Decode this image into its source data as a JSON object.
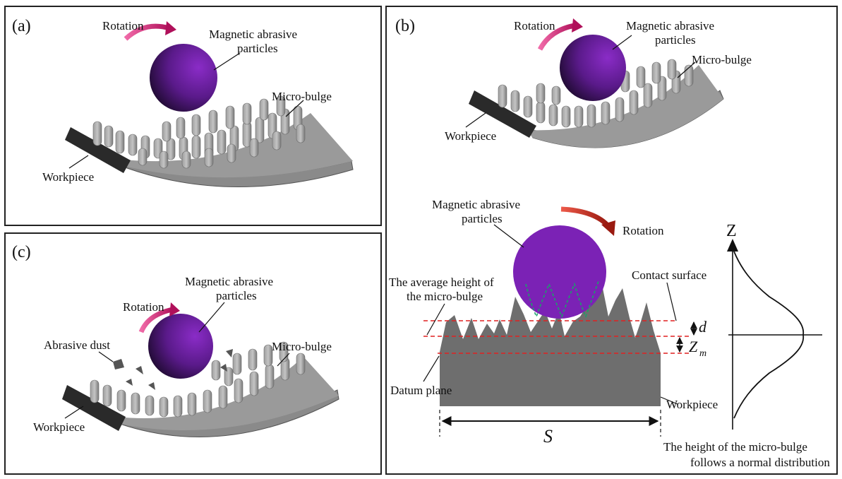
{
  "panels": {
    "a": {
      "label": "(a)",
      "rotation": "Rotation",
      "particles_line1": "Magnetic abrasive",
      "particles_line2": "particles",
      "micro_bulge": "Micro-bulge",
      "workpiece": "Workpiece"
    },
    "b": {
      "label": "(b)",
      "rotation": "Rotation",
      "particles_line1": "Magnetic abrasive",
      "particles_line2": "particles",
      "micro_bulge": "Micro-bulge",
      "workpiece": "Workpiece"
    },
    "c": {
      "label": "(c)",
      "rotation": "Rotation",
      "particles_line1": "Magnetic abrasive",
      "particles_line2": "particles",
      "micro_bulge": "Micro-bulge",
      "abrasive_dust": "Abrasive dust",
      "workpiece": "Workpiece"
    },
    "detail": {
      "particles_line1": "Magnetic abrasive",
      "particles_line2": "particles",
      "rotation": "Rotation",
      "avg_height_line1": "The average height of",
      "avg_height_line2": "the micro-bulge",
      "contact_surface": "Contact surface",
      "datum_plane": "Datum plane",
      "workpiece": "Workpiece",
      "d_symbol": "d",
      "zm_symbol": "Z",
      "zm_subscript": "m",
      "s_symbol": "S",
      "z_axis": "Z",
      "normal_line1": "The height of the micro-bulge",
      "normal_line2": "follows a normal distribution"
    }
  },
  "colors": {
    "particle": "#5a1a8a",
    "particle_flat": "#7b22b5",
    "rotation_arrow": "#d6307a",
    "rotation_arrow_dark": "#c0392b",
    "workpiece_gray": "#8a8a8a",
    "workpiece_dark": "#2a2a2a",
    "dashed_red": "#e02020",
    "contact_green": "#1aa06a",
    "profile_gray": "#6e6e6e"
  }
}
